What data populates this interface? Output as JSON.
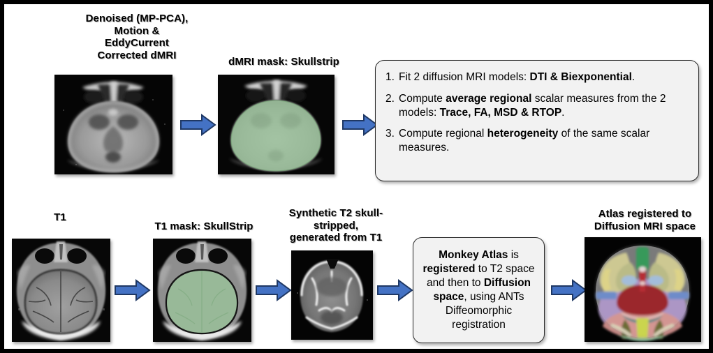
{
  "figure": {
    "border_color": "#000000",
    "background": "#ffffff",
    "arrow_fill": "#4472c4",
    "arrow_stroke": "#1f3864",
    "callout_fill": "#f2f2f2",
    "callout_stroke": "#2b2b2b",
    "mask_green": "#9cc89c"
  },
  "top_row": {
    "label_dmri": "Denoised (MP-PCA),\nMotion &\nEddyCurrent\nCorrected dMRI",
    "label_dmri_lines": [
      "Denoised (MP-PCA),",
      "Motion &",
      "EddyCurrent",
      "Corrected dMRI"
    ],
    "label_mask": "dMRI mask: Skullstrip",
    "image_dmri_alt": "axial diffusion MRI brain slice",
    "image_dmri_mask_alt": "axial diffusion MRI brain slice with green skullstrip mask overlay",
    "arrow_1": "arrow-right",
    "arrow_2": "arrow-right"
  },
  "analysis_box": {
    "steps": [
      {
        "number": "1.",
        "segments": [
          {
            "text": "Fit 2 diffusion MRI models: ",
            "bold": false
          },
          {
            "text": "DTI & Biexponential",
            "bold": true
          },
          {
            "text": ".",
            "bold": false
          }
        ]
      },
      {
        "number": "2.",
        "segments": [
          {
            "text": "Compute ",
            "bold": false
          },
          {
            "text": "average regional",
            "bold": true
          },
          {
            "text": " scalar measures from the 2 models: ",
            "bold": false
          },
          {
            "text": "Trace, FA, MSD & RTOP",
            "bold": true
          },
          {
            "text": ".",
            "bold": false
          }
        ]
      },
      {
        "number": "3.",
        "segments": [
          {
            "text": "Compute regional ",
            "bold": false
          },
          {
            "text": "heterogeneity",
            "bold": true
          },
          {
            "text": " of the same scalar measures.",
            "bold": false
          }
        ]
      }
    ]
  },
  "bottom_row": {
    "label_t1": "T1",
    "label_t1_mask": "T1 mask: SkullStrip",
    "label_t2_lines": [
      "Synthetic T2 skull-",
      "stripped,",
      "generated from T1"
    ],
    "label_atlas_lines": [
      "Atlas registered to",
      "Diffusion MRI space"
    ],
    "image_t1_alt": "axial T1 MRI slice showing eyes and brain",
    "image_t1_mask_alt": "axial T1 MRI slice with green skullstrip mask overlay",
    "image_t2_alt": "synthetic T2 skull-stripped axial brain slice",
    "image_atlas_alt": "colour-coded monkey atlas parcellation registered to diffusion MRI space",
    "arrow_1": "arrow-right",
    "arrow_2": "arrow-right",
    "arrow_3": "arrow-right",
    "arrow_4": "arrow-right"
  },
  "registration_box": {
    "segments": [
      {
        "text": "Monkey Atlas",
        "bold": true
      },
      {
        "text": " is ",
        "bold": false
      },
      {
        "text": "registered",
        "bold": true
      },
      {
        "text": " to T2 space and then to ",
        "bold": false
      },
      {
        "text": "Diffusion space",
        "bold": true
      },
      {
        "text": ", using ANTs Diffeomorphic registration",
        "bold": false
      }
    ]
  }
}
